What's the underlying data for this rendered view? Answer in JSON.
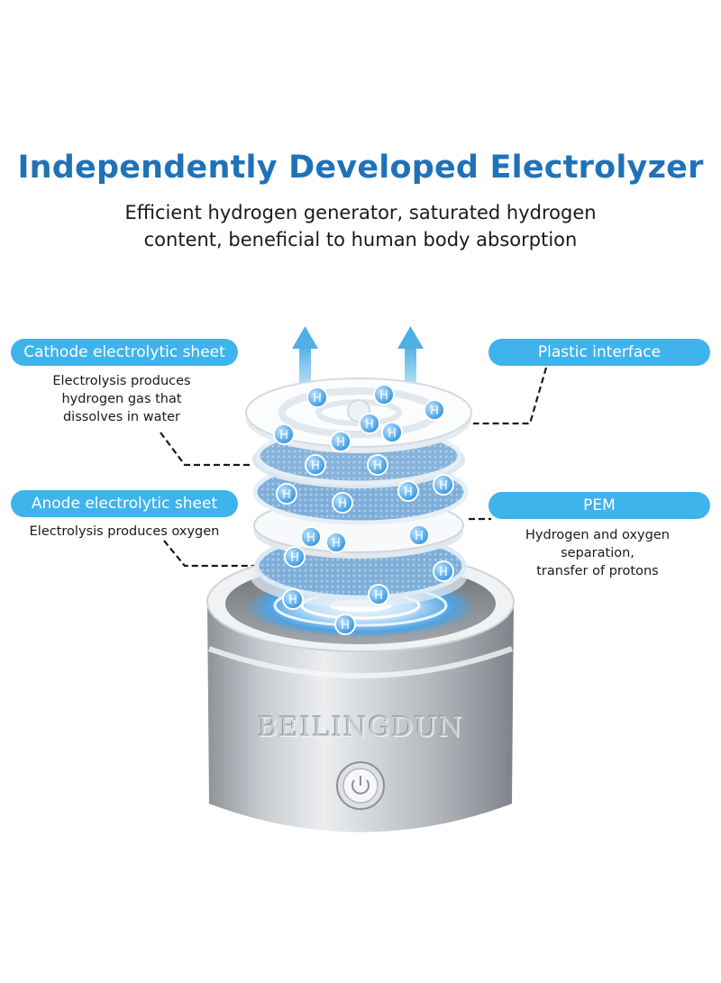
{
  "header": {
    "title": "Independently Developed Electrolyzer",
    "subtitle_line1": "Efficient hydrogen generator, saturated hydrogen",
    "subtitle_line2": "content, beneficial to human body absorption"
  },
  "callouts": {
    "cathode": {
      "label": "Cathode electrolytic sheet",
      "desc": [
        "Electrolysis produces",
        "hydrogen gas that",
        "dissolves in water"
      ]
    },
    "anode": {
      "label": "Anode electrolytic sheet",
      "desc": [
        "Electrolysis produces oxygen"
      ]
    },
    "plastic": {
      "label": "Plastic interface"
    },
    "pem": {
      "label": "PEM",
      "desc": [
        "Hydrogen and oxygen",
        "separation,",
        "transfer of protons"
      ]
    }
  },
  "device": {
    "brand": "BEILINGDUN",
    "hydrogen_symbol": "H"
  },
  "colors": {
    "title": "#1f72b8",
    "pill": "#3fb3ec",
    "bubble": "#4aa9ea",
    "arrow": "#6fc0ea",
    "metal": "#b9bdc2"
  },
  "icons": [
    "up-arrow-icon",
    "power-button-icon",
    "hydrogen-bubble-icon"
  ]
}
